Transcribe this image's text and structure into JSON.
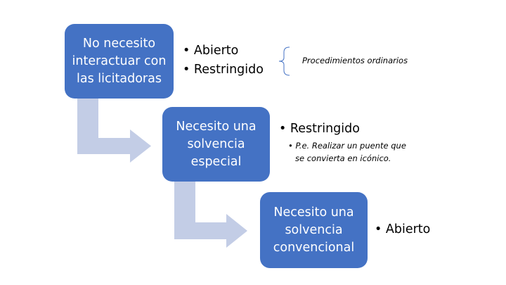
{
  "colors": {
    "box": "#4472C4",
    "arrow": "#C3CDE6"
  },
  "steps": [
    {
      "label": "No necesito\ninteractuar con\nlas licitadoras",
      "bullets": [
        "Abierto",
        "Restringido"
      ],
      "brace_note": "Procedimientos ordinarios"
    },
    {
      "label": "Necesito una\nsolvencia\nespecial",
      "bullets": [
        "Restringido"
      ],
      "sub_bullets": [
        "P.e. Realizar un puente que",
        "se convierta en icónico."
      ]
    },
    {
      "label": "Necesito una\nsolvencia\nconvencional",
      "bullets": [
        "Abierto"
      ]
    }
  ]
}
